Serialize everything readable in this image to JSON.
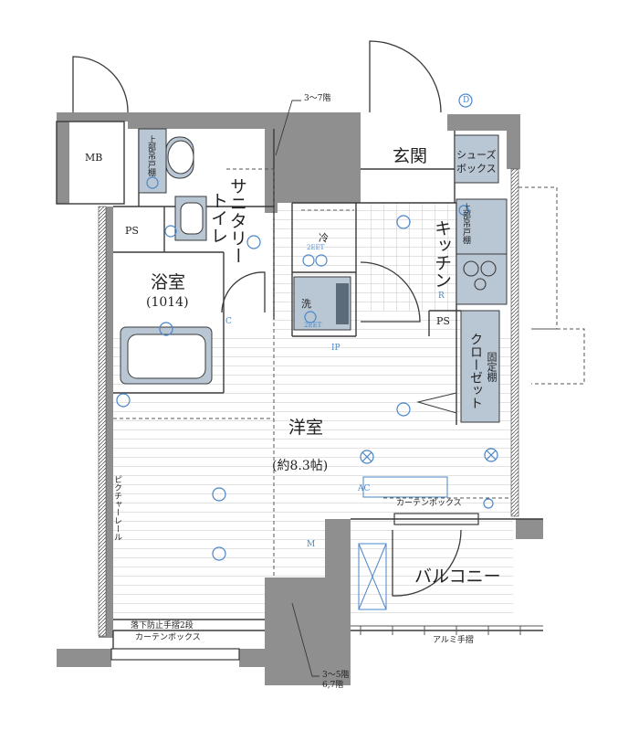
{
  "rooms": {
    "mb": "MB",
    "ps_left": "PS",
    "ps_right": "PS",
    "sanitary": "サニタリー",
    "toilet": "トイレ",
    "bath": "浴室",
    "bath_size": "(1014)",
    "entrance": "玄関",
    "shoe_box_1": "シューズ",
    "shoe_box_2": "ボックス",
    "kitchen": "キッチン",
    "upper_shelf_left": "上部吊戸棚",
    "upper_shelf_kitchen": "上部吊戸棚",
    "closet": "クローゼット",
    "fixed_shelf": "固定棚",
    "western_room": "洋室",
    "western_size": "(約8.3帖)",
    "balcony": "バルコニー",
    "refrigerator": "冷",
    "washer": "洗"
  },
  "notes": {
    "floors_top": "3～7階",
    "floors_bottom_1": "3～5階",
    "floors_bottom_2": "6,7階",
    "curtain_box_right": "カーテンボックス",
    "curtain_box_bottom": "カーテンボックス",
    "fall_rail": "落下防止手摺2段",
    "picture_rail": "ピクチャーレール",
    "aluminum_rail": "アルミ手摺"
  },
  "symbols": {
    "tv": "D",
    "c_outlet": "C",
    "ip_outlet": "IP",
    "ac_outlet": "AC",
    "m_outlet": "M",
    "r_outlet": "R",
    "outlet_2p_fridge": "2EET",
    "outlet_2p_washer": "2EET"
  },
  "colors": {
    "wall": "#8f8f8f",
    "line": "#3a3a3a",
    "fixture": "#b9c6d4",
    "symbol": "#4a86c8",
    "floor_line": "#c6c6c6"
  }
}
